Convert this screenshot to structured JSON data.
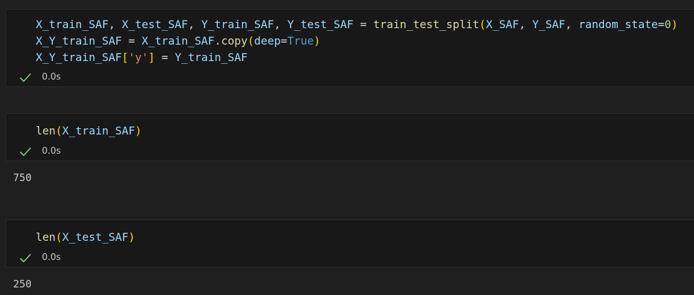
{
  "cells": [
    {
      "code": {
        "line1": {
          "a": "X_train_SAF",
          "c1": ", ",
          "b": "X_test_SAF",
          "c2": ", ",
          "c": "Y_train_SAF",
          "c3": ", ",
          "d": "Y_test_SAF",
          "eq": " = ",
          "fn": "train_test_split",
          "po": "(",
          "arg1": "X_SAF",
          "c4": ", ",
          "arg2": "Y_SAF",
          "c5": ", ",
          "kw": "random_state",
          "eq2": "=",
          "num": "0",
          "pc": ")"
        },
        "line2": {
          "a": "X_Y_train_SAF",
          "eq": " = ",
          "b": "X_train_SAF",
          "dot": ".",
          "fn": "copy",
          "po": "(",
          "kw": "deep",
          "eq2": "=",
          "val": "True",
          "pc": ")"
        },
        "line3": {
          "a": "X_Y_train_SAF",
          "bo": "[",
          "str": "'y'",
          "bc": "]",
          "eq": " = ",
          "b": "Y_train_SAF"
        }
      },
      "status_time": "0.0s"
    },
    {
      "code": {
        "fn": "len",
        "po": "(",
        "arg": "X_train_SAF",
        "pc": ")"
      },
      "status_time": "0.0s",
      "output": "750"
    },
    {
      "code": {
        "fn": "len",
        "po": "(",
        "arg": "X_test_SAF",
        "pc": ")"
      },
      "status_time": "0.0s",
      "output": "250"
    }
  ],
  "icons": {
    "status": "check-icon"
  },
  "colors": {
    "success": "#89d185",
    "background": "#1f1f1f",
    "cell": "#181818"
  }
}
